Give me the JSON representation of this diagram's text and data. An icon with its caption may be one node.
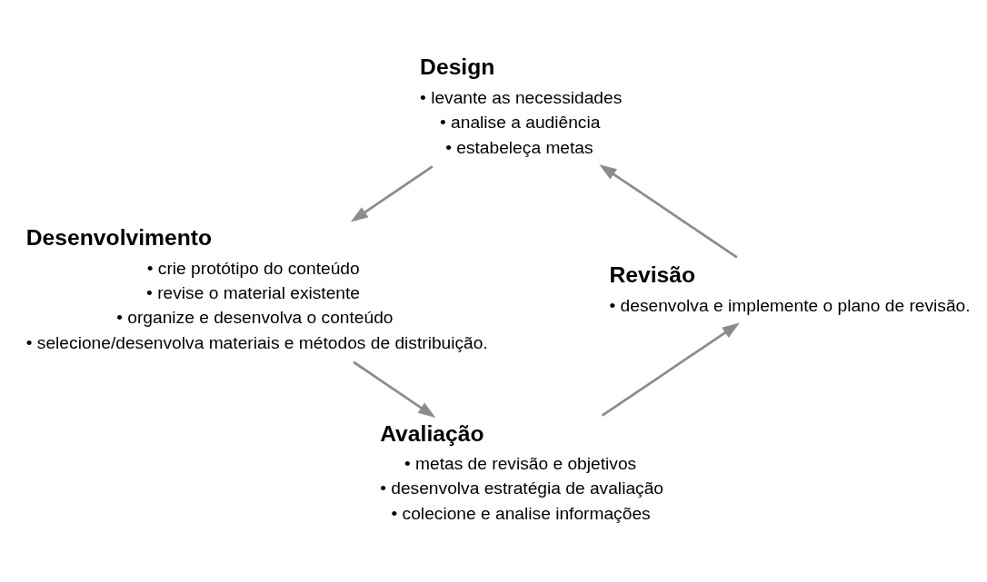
{
  "diagram": {
    "nodes": [
      {
        "text": [
          "Design",
          "• levante as necessidades",
          "• analise a audiência",
          "• estabeleça metas"
        ]
      },
      {
        "text": [
          "Desenvolvimento",
          "• crie protótipo do conteúdo",
          "• revise o material existente",
          "• organize e desenvolva o conteúdo",
          "• selecione/desenvolva materiais e métodos de distribuição."
        ]
      },
      {
        "text": [
          "Avaliação",
          "• metas de revisão e objetivos",
          "• desenvolva estratégia de avaliação",
          "• colecione e analise informações"
        ]
      },
      {
        "text": [
          "Revisão",
          "• desenvolva e implemente o plano de revisão."
        ]
      }
    ],
    "edges": [
      {
        "from": 0,
        "to": 1,
        "arrow": "to"
      },
      {
        "from": 1,
        "to": 2,
        "arrow": "to"
      },
      {
        "from": 2,
        "to": 3,
        "arrow": "to"
      },
      {
        "from": 3,
        "to": 0,
        "arrow": "to"
      }
    ]
  }
}
